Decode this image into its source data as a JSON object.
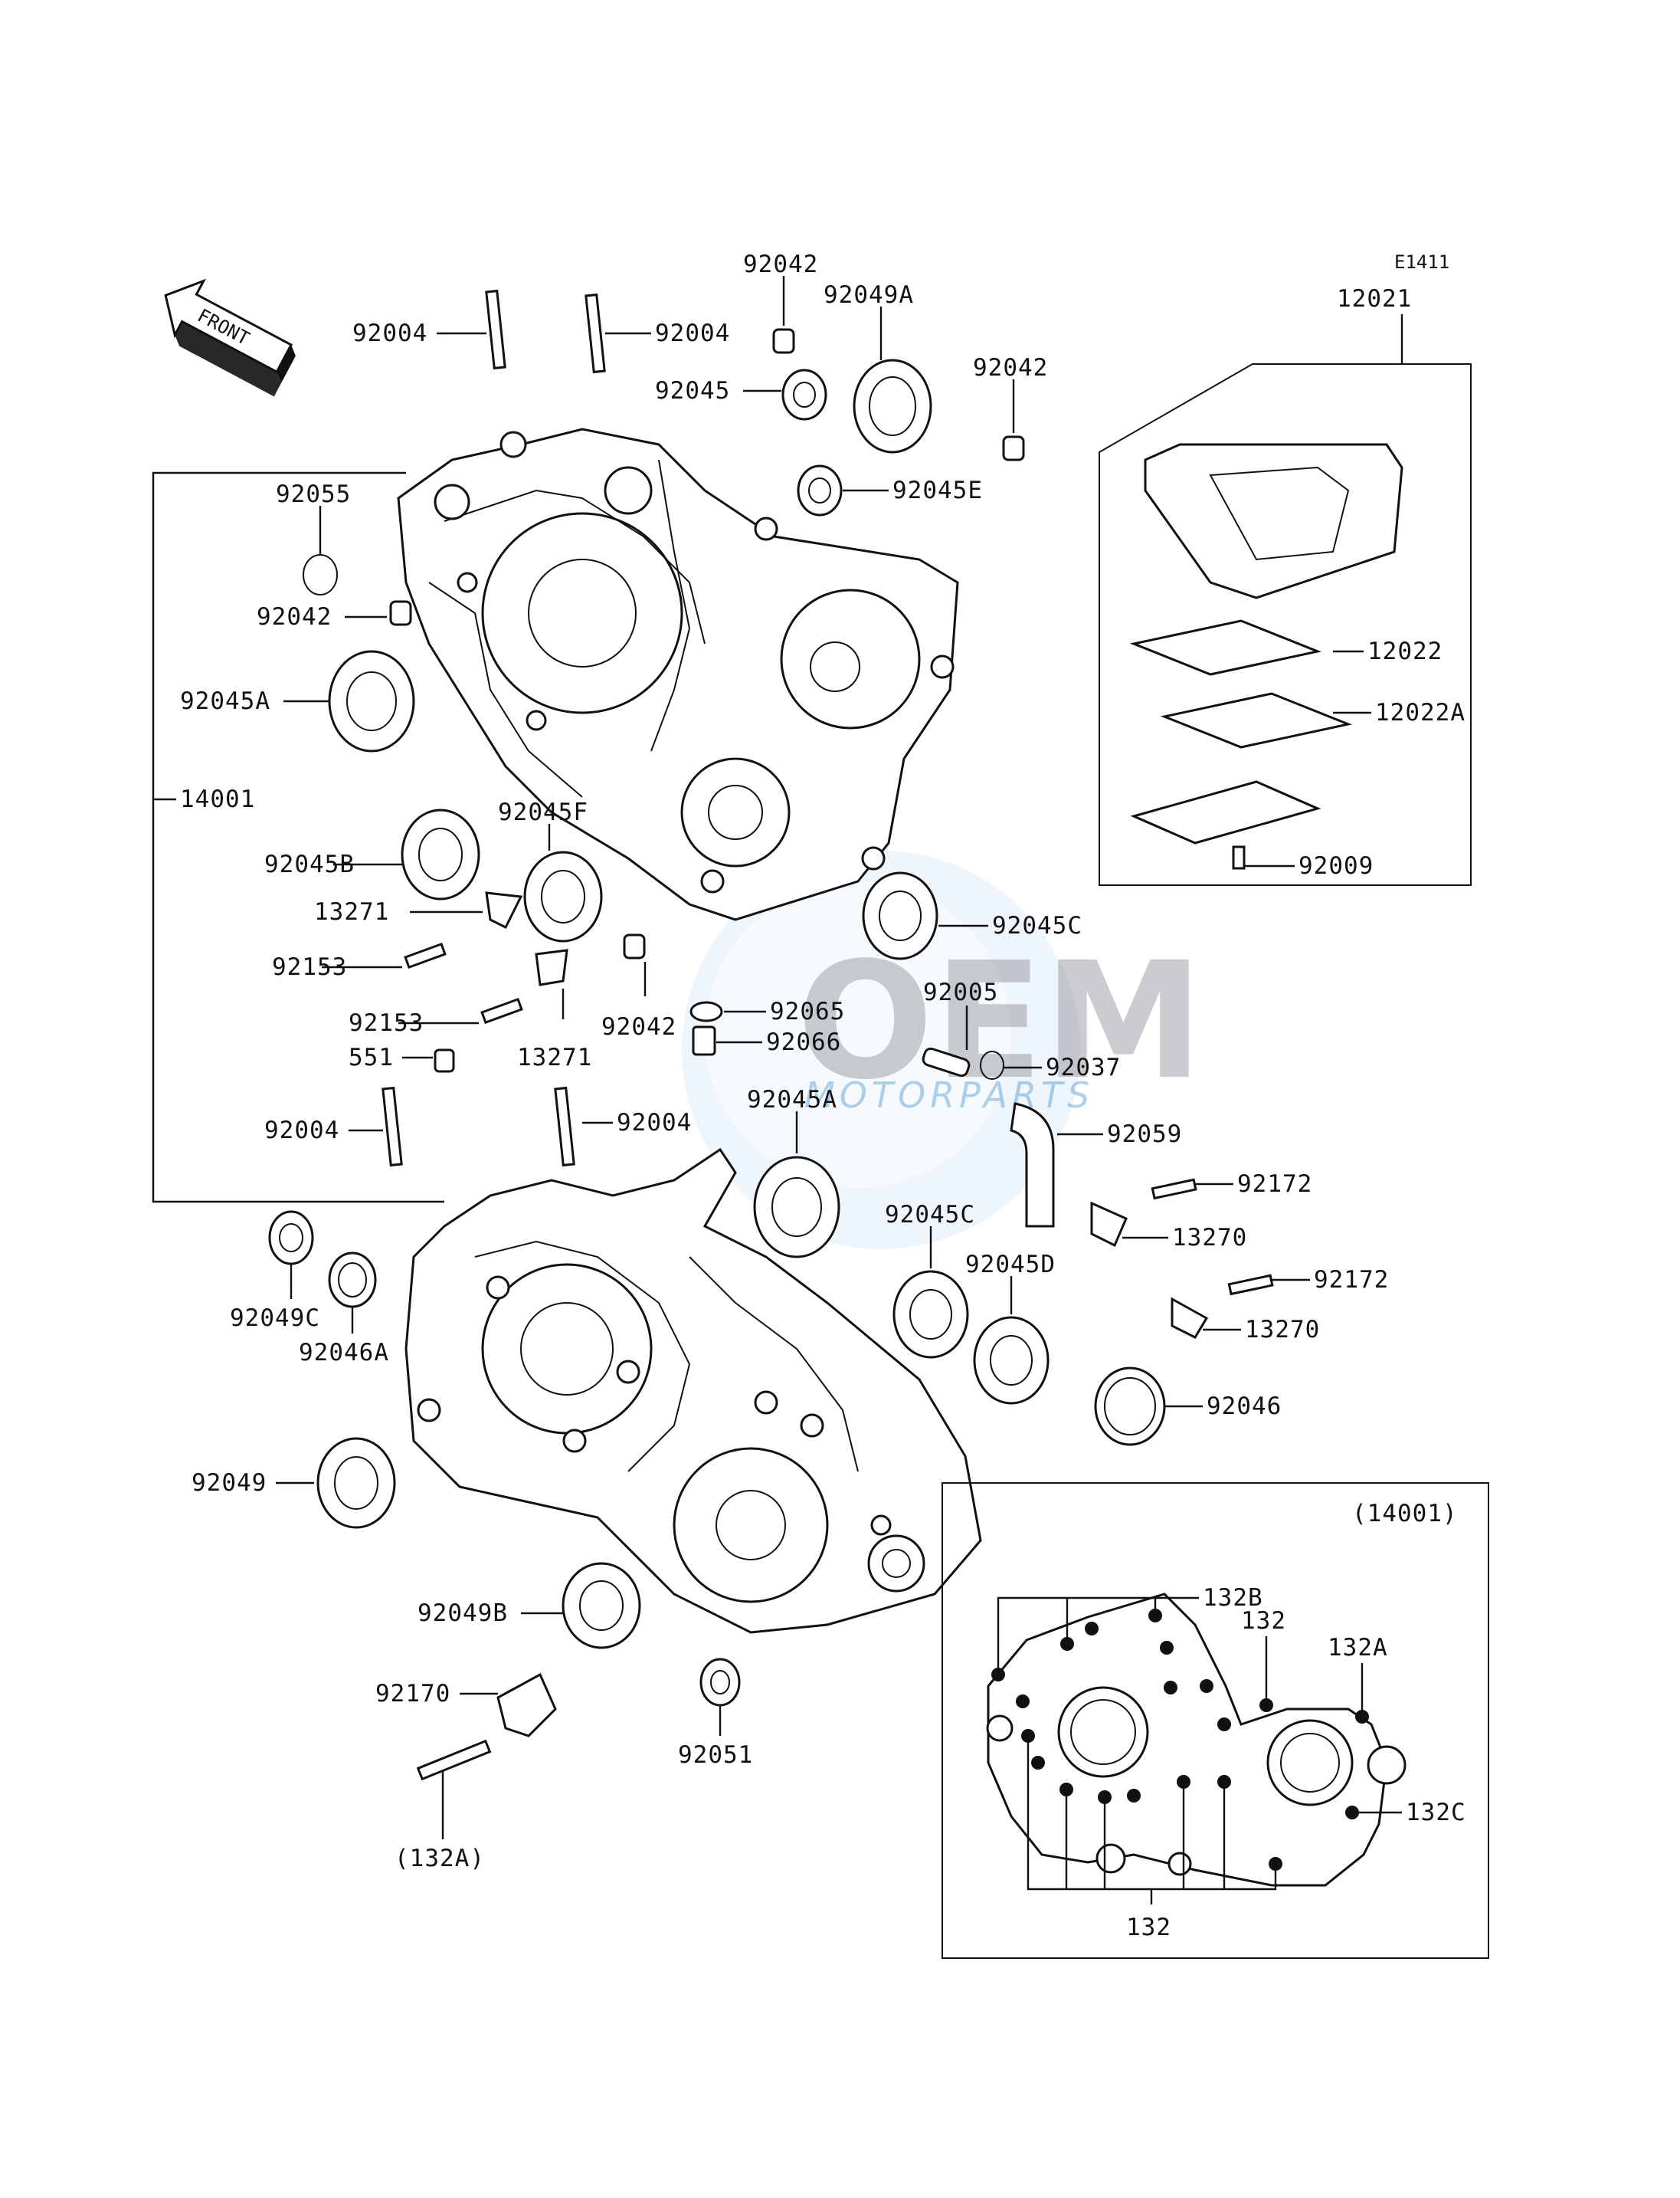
{
  "diagram_code": "E1411",
  "front_label": "FRONT",
  "watermark": {
    "logo": "OEM",
    "subtitle": "MOTORPARTS"
  },
  "parts": {
    "p92042_top": "92042",
    "p92049A": "92049A",
    "p92004_tl": "92004",
    "p92004_tr": "92004",
    "p92045": "92045",
    "p92042_r": "92042",
    "p92045E": "92045E",
    "p92055": "92055",
    "p92042_l": "92042",
    "p92045A_top": "92045A",
    "p14001": "14001",
    "p92045F": "92045F",
    "p92045B": "92045B",
    "p13271_a": "13271",
    "p92153_a": "92153",
    "p92153_b": "92153",
    "p13271_b": "13271",
    "p92042_m": "92042",
    "p92065": "92065",
    "p92066": "92066",
    "p92005": "92005",
    "p92037": "92037",
    "p92045C_top": "92045C",
    "p551": "551",
    "p92004_bl": "92004",
    "p92004_br": "92004",
    "p92045A_low": "92045A",
    "p92059": "92059",
    "p92172_a": "92172",
    "p13270_a": "13270",
    "p92172_b": "92172",
    "p13270_b": "13270",
    "p92045C_low": "92045C",
    "p92045D": "92045D",
    "p92049C": "92049C",
    "p92046A": "92046A",
    "p92046": "92046",
    "p92049": "92049",
    "p92049B": "92049B",
    "p92170": "92170",
    "p92051": "92051",
    "p132A_ref": "(132A)",
    "p12021": "12021",
    "p12022": "12022",
    "p12022A": "12022A",
    "p92009": "92009"
  },
  "inset": {
    "title": "(14001)",
    "l132B": "132B",
    "l132_top": "132",
    "l132A": "132A",
    "l132C": "132C",
    "l132_bottom": "132"
  }
}
